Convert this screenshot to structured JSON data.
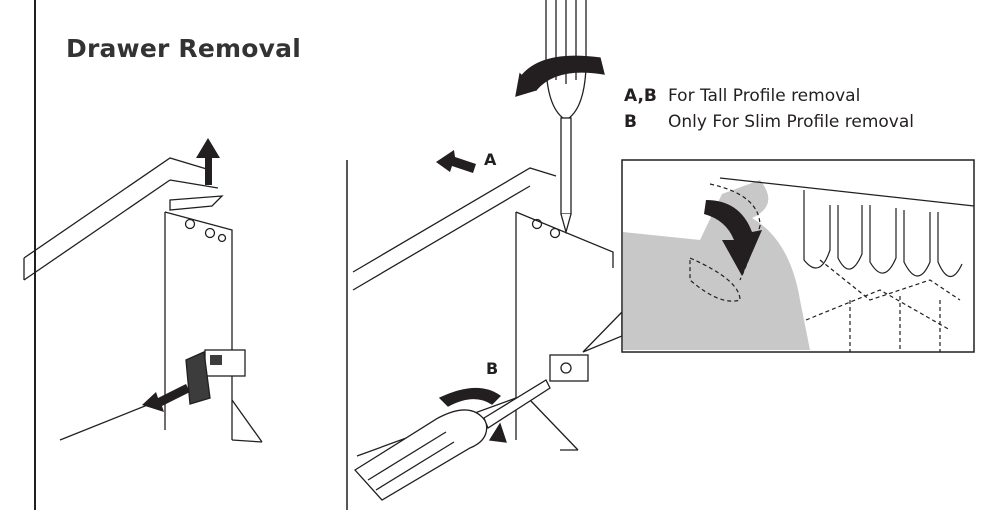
{
  "title": "Drawer Removal",
  "legend": [
    {
      "key": "A,B",
      "text": "For Tall Profile removal"
    },
    {
      "key": "B",
      "text": "Only For Slim Profile removal"
    }
  ],
  "labels": {
    "arrow_a": "A",
    "arrow_b": "B"
  },
  "colors": {
    "ink": "#231f20",
    "shade": "#c8c8c8",
    "dark_fill": "#3c3c3c"
  }
}
